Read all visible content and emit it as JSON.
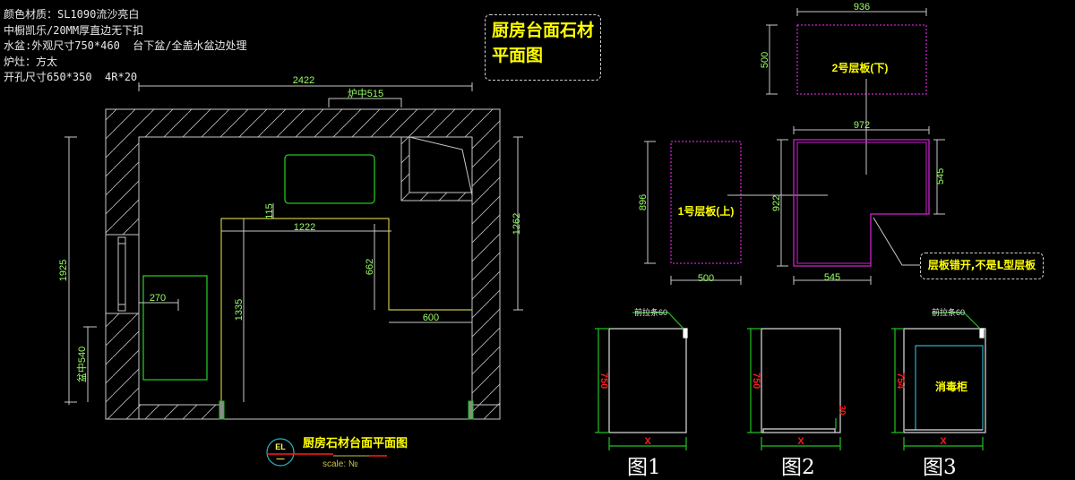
{
  "notes": [
    "颜色材质：SL1090流沙亮白",
    "中橱凯乐/20MM厚直边无下扣",
    "水盆:外观尺寸750*460  台下盆/全盖水盆边处理",
    "炉灶：方太",
    "开孔尺寸650*350  4R*20"
  ],
  "title_box": "厨房台面石材平面图",
  "plan": {
    "dims": {
      "overall_width": "2422",
      "hob_center": "炉中515",
      "left_height": "1925",
      "right_height": "1262",
      "sink_center": "盆中540",
      "sink_offset": "270",
      "run_length": "1335",
      "peninsula_width": "1222",
      "hob_gap": "115",
      "return_depth": "662",
      "return_width": "600"
    },
    "caption": "厨房石材台面平面图",
    "scale": "scale: №",
    "symbol_letter": "EL",
    "symbol_sub": "—"
  },
  "shelves": {
    "shelf2": {
      "label": "2号层板(下)",
      "width": "936",
      "height": "500"
    },
    "shelf1": {
      "label": "1号层板(上)",
      "width": "500",
      "height": "896"
    },
    "combined": {
      "width": "972",
      "height": "922",
      "right_height": "545",
      "bottom_width": "545"
    },
    "note": "层板错开,不是L型层板"
  },
  "figures": [
    {
      "label": "图1",
      "height": "750",
      "width_mark": "X",
      "strip": "前拉条60"
    },
    {
      "label": "图2",
      "height": "750",
      "width_mark": "X",
      "base": "30"
    },
    {
      "label": "图3",
      "height": "754",
      "width_mark": "X",
      "strip": "前拉条60",
      "inner": "消毒柜"
    }
  ],
  "colors": {
    "background": "#000000",
    "line": "#c8c8c8",
    "dim_text": "#99ff66",
    "sink": "#22c422",
    "counter_edge": "#c8c040",
    "shelf": "#cc22cc",
    "label": "#ffff00",
    "red": "#ff1a1a",
    "cyan": "#2ab0c0"
  }
}
